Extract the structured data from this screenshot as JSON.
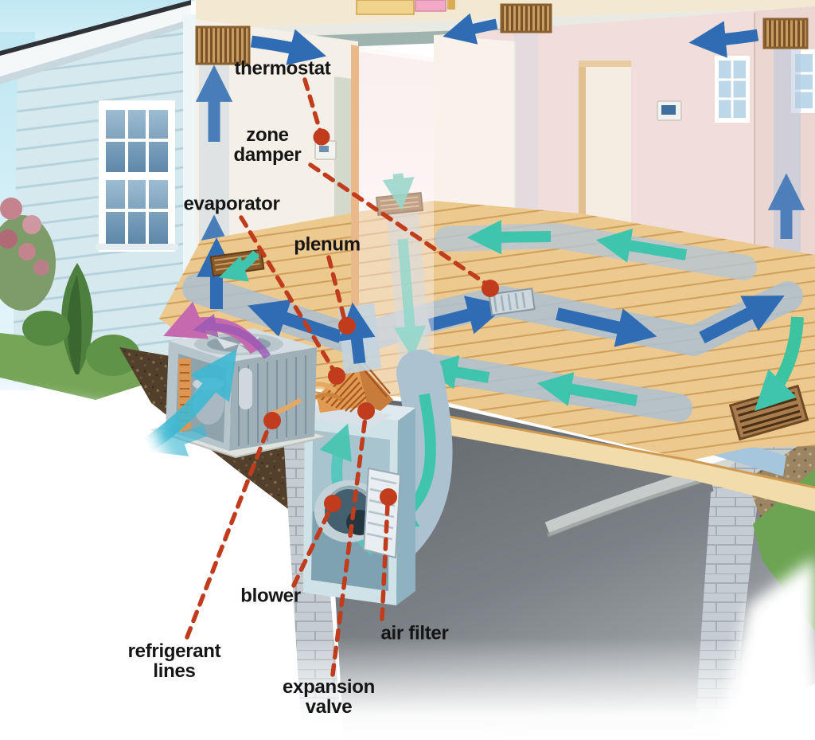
{
  "diagram": {
    "subject": "central air conditioning system cutaway",
    "labels": {
      "thermostat": "thermostat",
      "zone_damper": "zone damper",
      "evaporator": "evaporator",
      "plenum": "plenum",
      "blower": "blower",
      "refrigerant_lines": "refrigerant lines",
      "expansion_valve": "expansion valve",
      "air_filter": "air filter"
    },
    "colors": {
      "callout_line": "#c13b1d",
      "label_text": "#151515",
      "supply_arrow_blue": "#2f6cb3",
      "return_arrow_teal": "#3fc4ae",
      "intake_arrow_cyan": "#3fb9d3",
      "exhaust_arrow_pink": "#c769ae",
      "exhaust_arrow_purple": "#9b59b6",
      "siding": "#d6e9ef",
      "sky": "#bfe7f2",
      "wood_floor": "#ecc98e",
      "duct": "#aec0cf",
      "basement_concrete": "#6b7075",
      "evaporator_coil": "#e09a52"
    }
  }
}
